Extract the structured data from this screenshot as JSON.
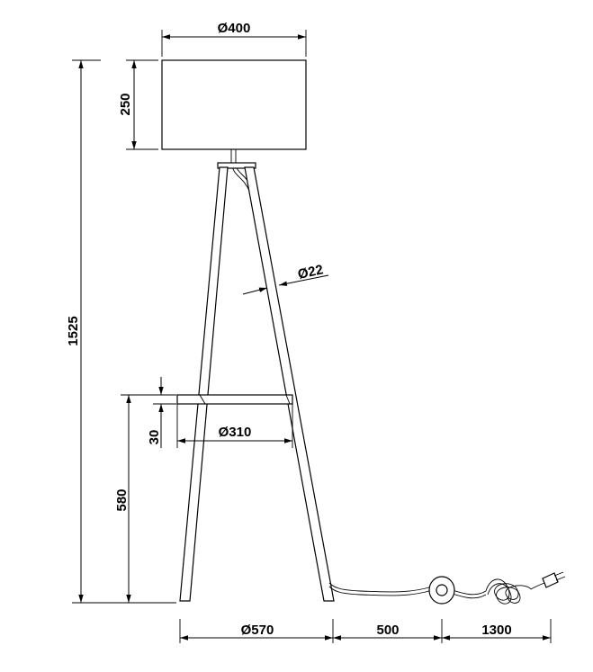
{
  "dimensions": {
    "shade_diameter": "Ø400",
    "shade_height": "250",
    "total_height": "1525",
    "leg_diameter": "Ø22",
    "shelf_thickness": "30",
    "shelf_diameter": "Ø310",
    "shelf_height": "580",
    "base_diameter": "Ø570",
    "cable_to_switch": "500",
    "switch_to_plug": "1300"
  }
}
